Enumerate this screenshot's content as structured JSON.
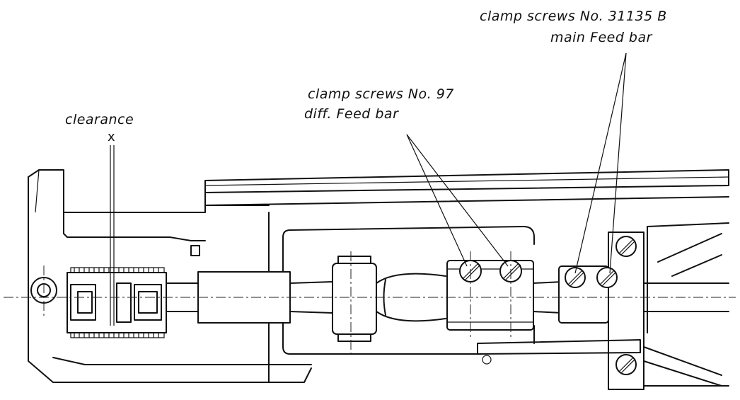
{
  "labels": {
    "clearance": "clearance",
    "clearance_mark": "x",
    "diff_screws_line1": "clamp screws No. 97",
    "diff_screws_line2": "diff. Feed bar",
    "main_screws_line1": "clamp screws No. 31135 B",
    "main_screws_line2": "main Feed bar"
  }
}
